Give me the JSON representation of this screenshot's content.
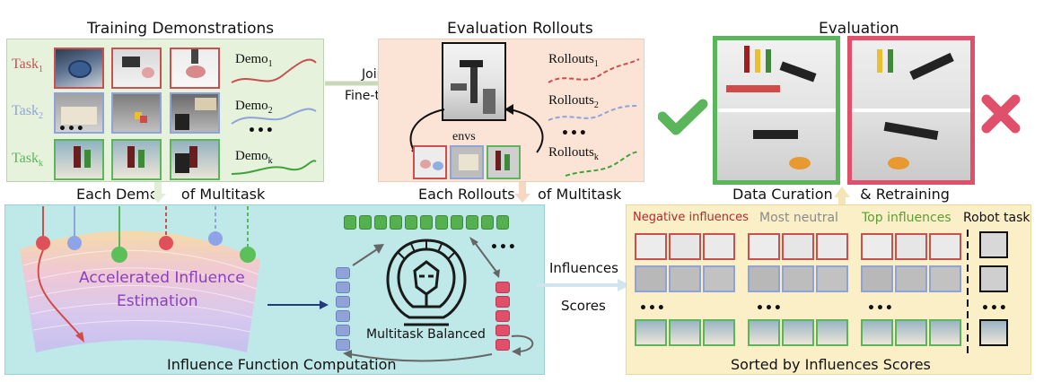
{
  "training": {
    "title": "Training Demonstrations",
    "tasks": [
      {
        "label": "Task",
        "sub": "1",
        "color": "#c9504f"
      },
      {
        "label": "Task",
        "sub": "2",
        "color": "#8fa3d8"
      },
      {
        "label": "Task",
        "sub": "k",
        "color": "#5bb55a"
      }
    ],
    "demos": [
      {
        "label": "Demo",
        "sub": "1"
      },
      {
        "label": "Demo",
        "sub": "2"
      },
      {
        "label": "Demo",
        "sub": "k"
      }
    ],
    "dots": "•••",
    "bottom_label_a": "Each Demo",
    "bottom_label_b": "of Multitask"
  },
  "finetune": {
    "line1": "Jointly",
    "line2": "Fine-tuning"
  },
  "rollouts": {
    "title": "Evaluation Rollouts",
    "items": [
      {
        "label": "Rollouts",
        "sub": "1"
      },
      {
        "label": "Rollouts",
        "sub": "2"
      },
      {
        "label": "Rollouts",
        "sub": "k"
      }
    ],
    "envs_label": "envs",
    "dots": "•••",
    "bottom_label_a": "Each Rollouts",
    "bottom_label_b": "of Multitask"
  },
  "evaluation": {
    "title": "Evaluation",
    "bottom_label_a": "Data Curation",
    "bottom_label_b": "& Retraining",
    "colors": {
      "success": "#5bb55a",
      "failure": "#e0506a"
    }
  },
  "influence": {
    "estimation_line1": "Accelerated Influence",
    "estimation_line2": "Estimation",
    "balanced_label": "Multitask Balanced",
    "footer": "Influence Function Computation",
    "dots": "•••"
  },
  "scores": {
    "line1": "Influences",
    "line2": "Scores"
  },
  "sorted": {
    "neg": "Negative influences",
    "neutral": "Most neutral",
    "top": "Top influences",
    "robot": "Robot task",
    "footer": "Sorted by Influences Scores",
    "dots": "•••",
    "colors": {
      "neg": "#b22a2a",
      "neutral": "#8a8a8a",
      "top": "#5a9e36"
    }
  }
}
